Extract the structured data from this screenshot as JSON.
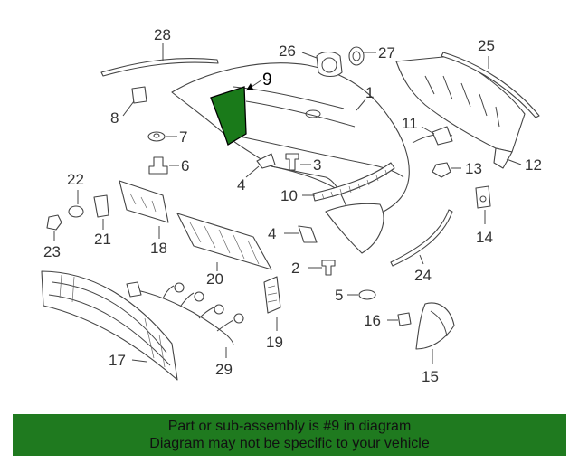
{
  "diagram": {
    "highlight_color": "#1a7a1a",
    "callouts": [
      {
        "id": "1",
        "label": "1"
      },
      {
        "id": "2",
        "label": "2"
      },
      {
        "id": "3",
        "label": "3"
      },
      {
        "id": "4a",
        "label": "4"
      },
      {
        "id": "4b",
        "label": "4"
      },
      {
        "id": "5",
        "label": "5"
      },
      {
        "id": "6",
        "label": "6"
      },
      {
        "id": "7",
        "label": "7"
      },
      {
        "id": "8",
        "label": "8"
      },
      {
        "id": "9",
        "label": "9"
      },
      {
        "id": "10",
        "label": "10"
      },
      {
        "id": "11",
        "label": "11"
      },
      {
        "id": "12",
        "label": "12"
      },
      {
        "id": "13",
        "label": "13"
      },
      {
        "id": "14",
        "label": "14"
      },
      {
        "id": "15",
        "label": "15"
      },
      {
        "id": "16",
        "label": "16"
      },
      {
        "id": "17",
        "label": "17"
      },
      {
        "id": "18",
        "label": "18"
      },
      {
        "id": "19",
        "label": "19"
      },
      {
        "id": "20",
        "label": "20"
      },
      {
        "id": "21",
        "label": "21"
      },
      {
        "id": "22",
        "label": "22"
      },
      {
        "id": "23",
        "label": "23"
      },
      {
        "id": "24",
        "label": "24"
      },
      {
        "id": "25",
        "label": "25"
      },
      {
        "id": "26",
        "label": "26"
      },
      {
        "id": "27",
        "label": "27"
      },
      {
        "id": "28",
        "label": "28"
      },
      {
        "id": "29",
        "label": "29"
      }
    ]
  },
  "footer": {
    "background": "#1f7a1f",
    "line1": "Part or sub-assembly is #9 in diagram",
    "line2": "Diagram may not be specific to your vehicle"
  }
}
